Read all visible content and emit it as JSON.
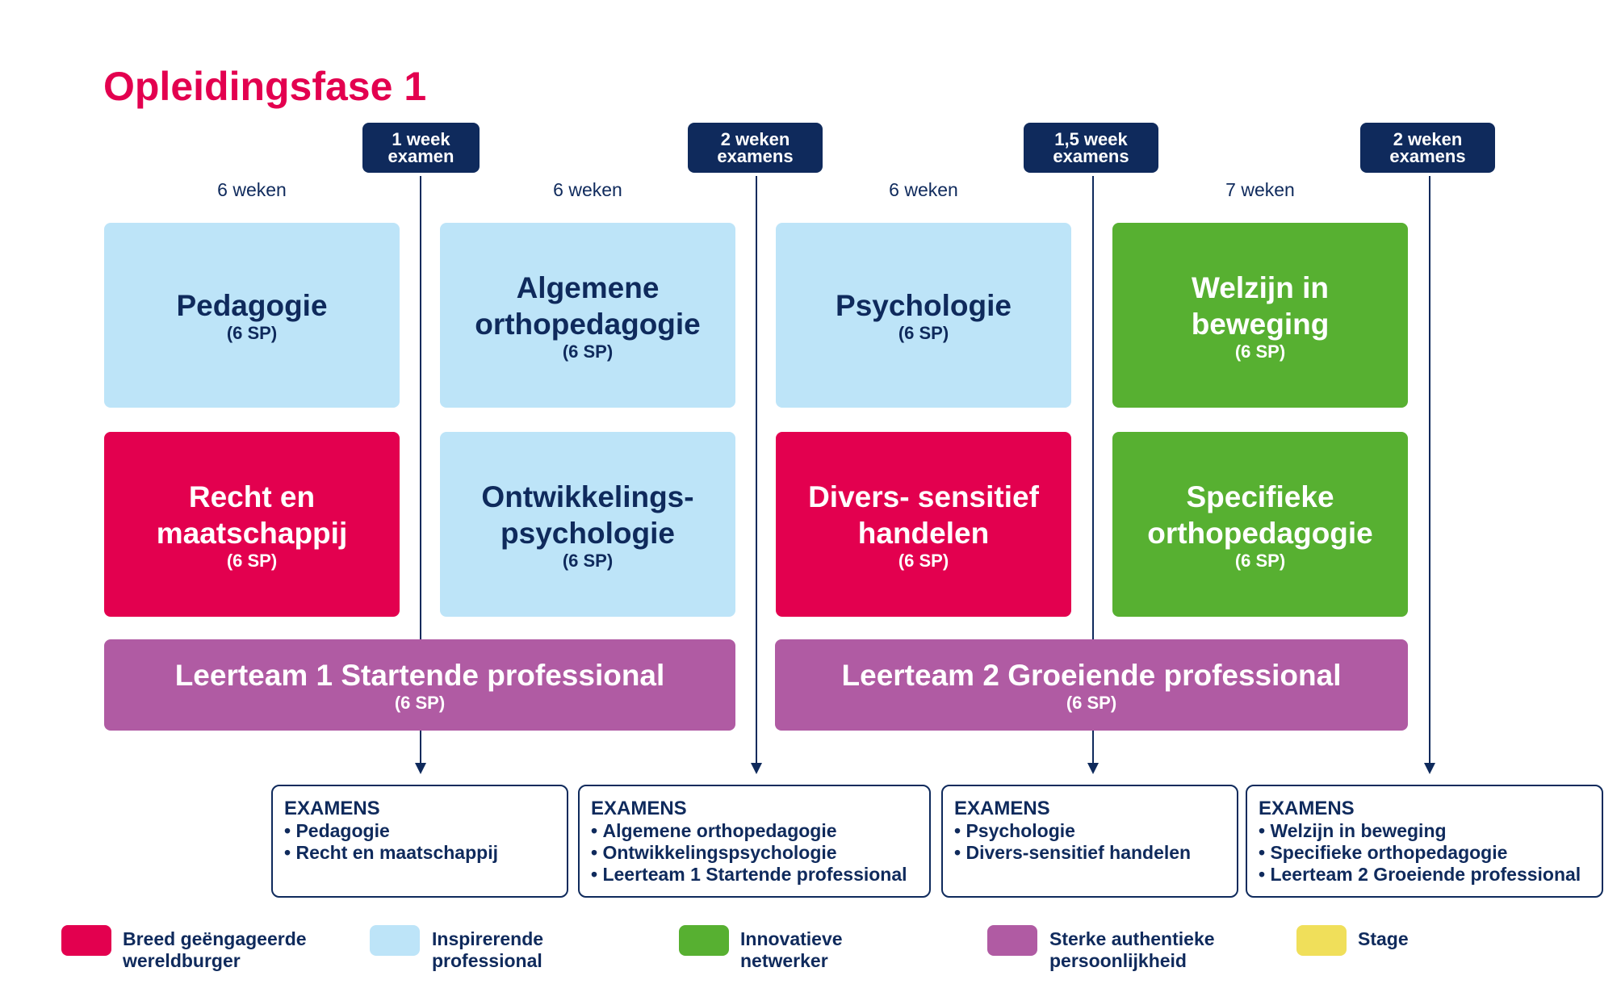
{
  "title": "Opleidingsfase 1",
  "colors": {
    "navy": "#0f2a5c",
    "red": "#e3004f",
    "light_blue": "#bde4f8",
    "green": "#57b031",
    "purple": "#b05ba3",
    "yellow": "#f0df5a"
  },
  "badges": [
    {
      "line1": "1 week",
      "line2": "examen"
    },
    {
      "line1": "2 weken",
      "line2": "examens"
    },
    {
      "line1": "1,5 week",
      "line2": "examens"
    },
    {
      "line1": "2 weken",
      "line2": "examens"
    }
  ],
  "periods": [
    "6 weken",
    "6 weken",
    "6 weken",
    "7 weken"
  ],
  "modules_top": [
    {
      "name": "Pedagogie",
      "sp": "(6 SP)"
    },
    {
      "name": "Algemene orthopedagogie",
      "sp": "(6 SP)"
    },
    {
      "name": "Psychologie",
      "sp": "(6 SP)"
    },
    {
      "name": "Welzijn in beweging",
      "sp": "(6 SP)"
    }
  ],
  "modules_bottom": [
    {
      "name": "Recht en maatschappij",
      "sp": "(6 SP)"
    },
    {
      "name": "Ontwikkelings-psychologie",
      "sp": "(6 SP)"
    },
    {
      "name": "Divers- sensitief handelen",
      "sp": "(6 SP)"
    },
    {
      "name": "Specifieke orthopedagogie",
      "sp": "(6 SP)"
    }
  ],
  "leerteams": [
    {
      "name": "Leerteam 1 Startende professional",
      "sp": "(6 SP)"
    },
    {
      "name": "Leerteam 2 Groeiende professional",
      "sp": "(6 SP)"
    }
  ],
  "exams": [
    {
      "heading": "EXAMENS",
      "items": [
        "Pedagogie",
        "Recht en maatschappij"
      ]
    },
    {
      "heading": "EXAMENS",
      "items": [
        "Algemene orthopedagogie",
        "Ontwikkelingspsychologie",
        "Leerteam 1 Startende professional"
      ]
    },
    {
      "heading": "EXAMENS",
      "items": [
        "Psychologie",
        "Divers-sensitief handelen"
      ]
    },
    {
      "heading": "EXAMENS",
      "items": [
        "Welzijn in beweging",
        "Specifieke orthopedagogie",
        "Leerteam 2 Groeiende professional"
      ]
    }
  ],
  "legend": [
    {
      "label": "Breed geëngageerde\nwereldburger",
      "color": "#e3004f"
    },
    {
      "label": "Inspirerende\nprofessional",
      "color": "#bde4f8"
    },
    {
      "label": "Innovatieve\nnetwerker",
      "color": "#57b031"
    },
    {
      "label": "Sterke authentieke\npersoonlijkheid",
      "color": "#b05ba3"
    },
    {
      "label": "Stage",
      "color": "#f0df5a"
    }
  ]
}
